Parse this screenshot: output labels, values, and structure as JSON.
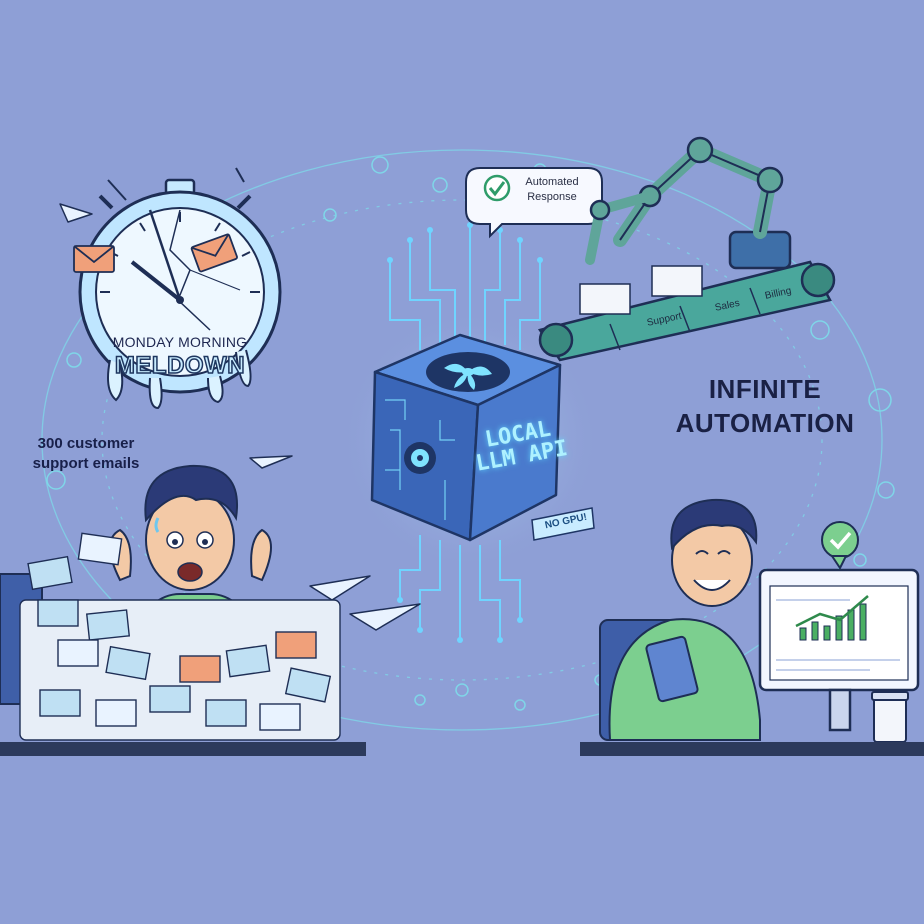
{
  "clock": {
    "line1": "MONDAY MORNING",
    "line2": "MELDOWN"
  },
  "email_pile": {
    "caption": "300 customer support emails"
  },
  "chat_bubble": {
    "text": "Automated Response",
    "icon": "check-circle-icon"
  },
  "conveyor": {
    "labels": [
      "Support",
      "Sales",
      "Billing"
    ]
  },
  "cube": {
    "label": "LOCAL LLM API",
    "tag": "NO GPU!"
  },
  "headline": {
    "text": "INFINITE AUTOMATION"
  },
  "monitor": {
    "icon": "check-badge-icon",
    "chart_trend": "upward"
  },
  "colors": {
    "background": "#8e9fd6",
    "cube": "#3f6fc0",
    "glow": "#6fd4ff",
    "robot_arm": "#5fa59a",
    "shirt": "#7ccf8f",
    "envelope_blue": "#bfe0f3",
    "envelope_orange": "#f0a07a"
  }
}
